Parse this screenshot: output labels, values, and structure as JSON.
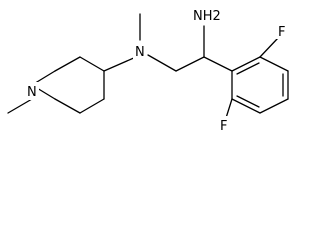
{
  "structure": {
    "atoms": {
      "nh2": "NH2",
      "n_amine": "N",
      "n_ring": "N",
      "f_top": "F",
      "f_bottom": "F"
    },
    "colors": {
      "bond": "#000000",
      "label": "#000000",
      "background": "#ffffff"
    }
  }
}
